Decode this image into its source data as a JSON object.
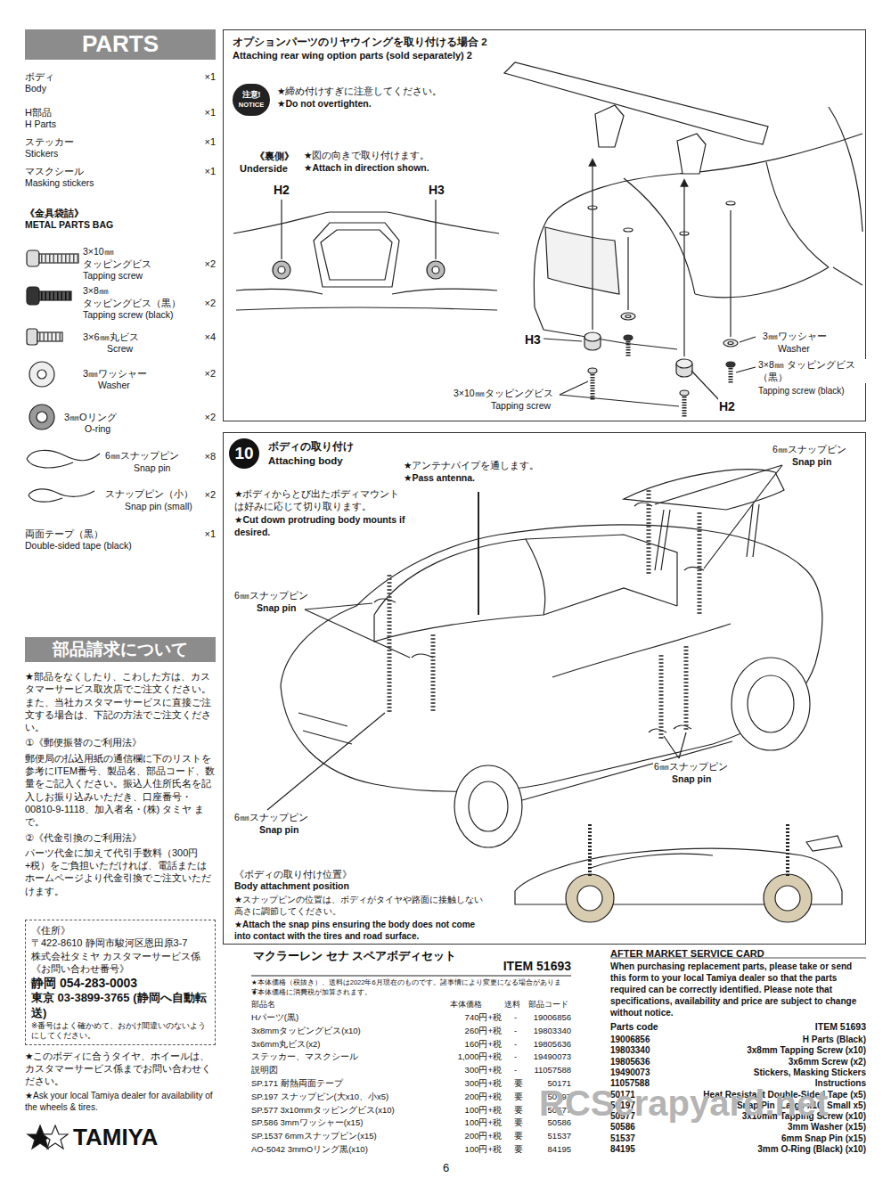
{
  "diagram": {
    "nodes": [
      {
        "text": [
          "PARTS"
        ]
      },
      {
        "text": [
          "部品請求について"
        ]
      },
      {
        "text": [
          "オプションパーツのリヤウイングを取り付ける場合 2",
          "Attaching rear wing option parts (sold separately) 2"
        ]
      },
      {
        "text": [
          "注意!",
          "NOTICE"
        ],
        "in": 2
      },
      {
        "text": [
          "ボディの取り付け",
          "Attaching body"
        ]
      },
      {
        "text": [
          "10"
        ],
        "in": 4
      },
      {
        "text": [
          "《住所》",
          "〒422-8610 静岡市駿河区恩田原3-7",
          "株式会社タミヤ カスタマーサービス係",
          "《お問い合わせ番号》",
          "静岡 054-283-0003",
          "東京 03-3899-3765 (静岡へ自動転送)",
          "※番号はよく確かめて、おかけ間違いのないようにしてください。"
        ]
      }
    ],
    "labels": [
      "ボディ",
      "×1",
      "Body",
      "H部品",
      "×1",
      "H Parts",
      "ステッカー",
      "×1",
      "Stickers",
      "マスクシール",
      "×1",
      "Masking stickers",
      "《金具袋詰》",
      "METAL PARTS BAG",
      "3×10㎜",
      "タッピングビス",
      "×2",
      "Tapping screw",
      "3×8㎜",
      "タッピングビス（黒）",
      "×2",
      "Tapping screw (black)",
      "3×6㎜丸ビス",
      "×4",
      "Screw",
      "3㎜ワッシャー",
      "×2",
      "Washer",
      "3㎜Oリング",
      "×2",
      "O-ring",
      "6㎜スナップピン",
      "×8",
      "Snap pin",
      "スナップピン（小）",
      "×2",
      "Snap pin (small)",
      "両面テープ（黒）",
      "×1",
      "Double-sided tape (black)",
      "★部品をなくしたり、こわした方は、カスタマーサービス取次店でご注文ください。また、当社カスタマーサービスに直接ご注文する場合は、下記の方法でご注文ください。",
      "①《郵便振替のご利用法》",
      "郵便局の払込用紙の通信欄に下のリストを参考にITEM番号、製品名、部品コード、数量をご記入ください。振込人住所氏名を記入しお振り込みいただき、口座番号・00810-9-1118、加入者名・(株) タミヤ まで。",
      "②《代金引換のご利用法》",
      "パーツ代金に加えて代引手数料（300円+税）をご負担いただければ、電話またはホームページより代金引換でご注文いただけます。",
      "★このボディに合うタイヤ、ホイールは、カスタマーサービス係までお問い合わせください。",
      "★Ask your local Tamiya dealer for availability of the wheels & tires.",
      "TAMIYA",
      "★締め付けすぎに注意してください。",
      "★Do not overtighten.",
      "《裏側》",
      "Underside",
      "★図の向きで取り付けます。",
      "★Attach in direction shown.",
      "H2",
      "H3",
      "H3",
      "3㎜ワッシャー",
      "Washer",
      "3×8㎜ タッピングビス（黒）",
      "Tapping screw (black)",
      "3×10㎜タッピングビス",
      "Tapping screw",
      "H2",
      "★アンテナパイプを通します。",
      "★Pass antenna.",
      "★ボディからとび出たボディマウントは好みに応じて切り取ります。",
      "★Cut down protruding body mounts if desired.",
      "6㎜スナップピン",
      "Snap pin",
      "6㎜スナップピン",
      "Snap pin",
      "6㎜スナップピン",
      "Snap pin",
      "6㎜スナップピン",
      "Snap pin",
      "《ボディの取り付け位置》",
      "Body attachment position",
      "★スナップピンの位置は、ボディがタイヤや路面に接触しない高さに調節してください。",
      "★Attach the snap pins ensuring the body does not come into contact with the tires and road surface.",
      "マクラーレン セナ スペアボディセット",
      "ITEM 51693",
      "★本体価格（税抜き）、送料は2022年6月現在のものです。諸事情により変更になる場合があります。",
      "★本体価格に消費税が加算されます。",
      "部品名",
      "本体価格",
      "送料",
      "部品コード",
      "Hパーツ(黒)",
      "740円+税",
      "-",
      "19006856",
      "3x8mmタッピングビス(x10)",
      "260円+税",
      "-",
      "19803340",
      "3x6mm丸ビス(x2)",
      "160円+税",
      "-",
      "19805636",
      "ステッカー、マスクシール",
      "1,000円+税",
      "-",
      "19490073",
      "説明図",
      "300円+税",
      "-",
      "11057588",
      "SP.171 耐熱両面テープ",
      "300円+税",
      "要",
      "50171",
      "SP.197 スナップピン(大x10、小x5)",
      "200円+税",
      "要",
      "50197",
      "SP.577 3x10mmタッピングビス(x10)",
      "100円+税",
      "要",
      "50577",
      "SP.586 3mmワッシャー(x15)",
      "100円+税",
      "要",
      "50586",
      "SP.1537 6mmスナップピン(x15)",
      "200円+税",
      "要",
      "51537",
      "AO-5042 3mmOリング黒(x10)",
      "100円+税",
      "要",
      "84195",
      "AFTER MARKET SERVICE CARD",
      "When purchasing replacement parts, please take or send this form to your local Tamiya dealer so that the parts required can be correctly identified. Please note that specifications, availability and price are subject to change without notice.",
      "Parts code",
      "ITEM 51693",
      "19006856",
      "H Parts (Black)",
      "19803340",
      "3x8mm Tapping Screw (x10)",
      "19805636",
      "3x6mm Screw (x2)",
      "19490073",
      "Stickers, Masking Stickers",
      "11057588",
      "Instructions",
      "50171",
      "Heat Resistant Double-Sided Tape (x5)",
      "50197",
      "Snap Pin (Large x10, Small x5)",
      "50577",
      "3x10mm Tapping Screw (x10)",
      "50586",
      "3mm Washer (x15)",
      "51537",
      "6mm Snap Pin (x15)",
      "84195",
      "3mm O-Ring (Black) (x10)",
      "6",
      "RCScrapyard.net"
    ]
  }
}
